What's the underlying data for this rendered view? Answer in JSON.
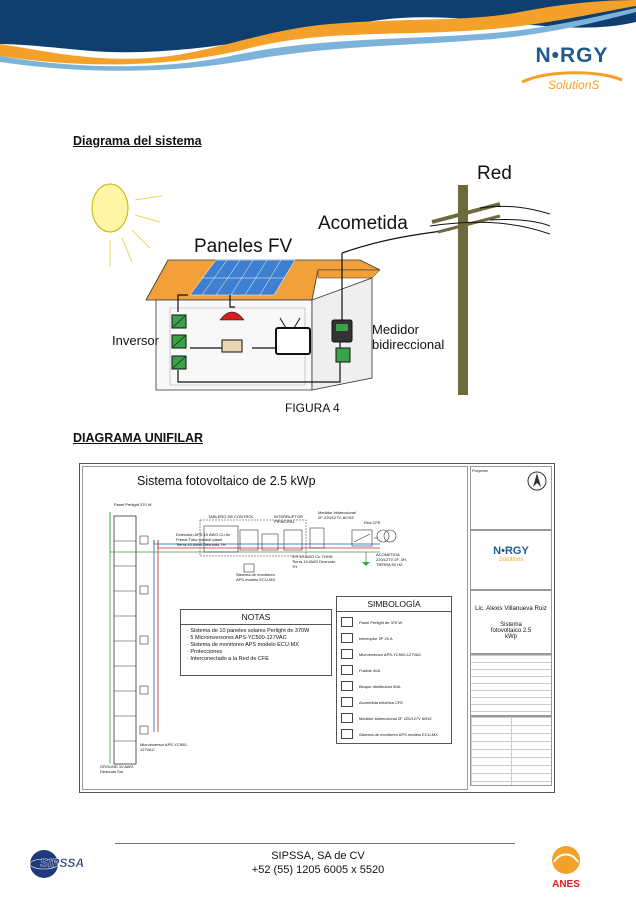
{
  "header": {
    "brand_name": "N•RGY",
    "brand_sub": "SolutionS",
    "colors": {
      "navy": "#0e3f6e",
      "orange": "#f3a12a",
      "light_blue": "#7db3d8"
    }
  },
  "section1": {
    "title": "Diagrama del sistema",
    "labels": {
      "red": "Red",
      "acometida": "Acometida",
      "paneles": "Paneles FV",
      "inversor": "Inversor",
      "medidor": "Medidor",
      "bidireccional": "bidireccional"
    },
    "figure_caption": "FIGURA 4"
  },
  "section2": {
    "title": "DIAGRAMA UNIFILAR",
    "drawing": {
      "title": "Sistema fotovoltaico de 2.5 kWp",
      "panel_label": "Panel Perlight 370 W",
      "tablero": "TABLERO DE CONTROL",
      "interruptor": "INTERRUPTOR PRINCIPAL",
      "medidor": "Medidor bidireccional 2F-220/127V, 60 HZ",
      "red_cfe": "Red CFE",
      "extension": "Extensión APS 10 AWG Cu tin Freeal Tubo conduit panel Tierra 10 AWG Desnudo 7H",
      "sistema_monitoreo": "Sistema de monitoreo APS modelo ECU-MX",
      "cable_spec": "3 H 10 AWG Cu THHN Tierra 10 AWG Desnudo 7H",
      "acometida": "ACOMETIDA 220/127V 2F, 3H, TIERRA 60 HZ",
      "microinversor": "Microinversor APS-YC500-127VAC",
      "ground": "GROUND 10 AWG Desnudo Sol",
      "notas_title": "NOTAS",
      "notas": [
        "Sistema de 10 paneles solares Perlight de 370W",
        "5 Microinversores APS-YC500-127VAC",
        "Sistema de monitoreo APS modelo ECU-MX",
        "Protecciones",
        "Interconectado a la Red de CFE"
      ],
      "simbologia_title": "SIMBOLOGÍA",
      "simbologia": [
        "Panel Perlight de 370 W",
        "Interruptor 2P 20 A",
        "Microinversor APS-YC500-127VAC",
        "Fusible 40A",
        "Bloque distribuidor 80A",
        "Acometida eléctrica CFE",
        "Medidor bidireccional 2F 220/127V 60HZ",
        "Sistema de monitoreo APS modelo ECU-MX"
      ],
      "title_block": {
        "cliente": "Proyecto",
        "brand": "N•RGY",
        "brand_sub": "Solutions",
        "responsable": "Lic. Alexis Villanueva Ruiz",
        "proyecto": "Sistema fotovoltaico 2.5 kWp"
      }
    }
  },
  "footer": {
    "company": "SIPSSA, SA de CV",
    "phone": "+52 (55) 1205 6005 x 5520",
    "logo_left": "SIPSSA",
    "logo_right": "ANES"
  }
}
